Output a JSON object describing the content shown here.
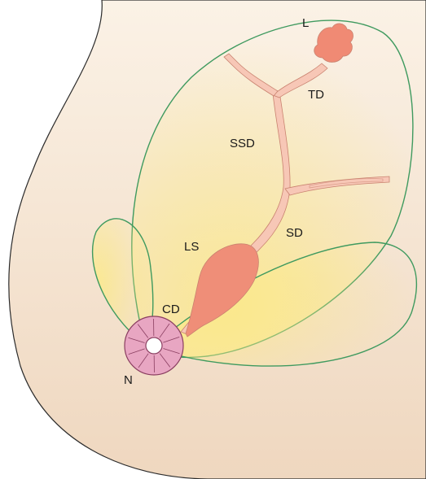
{
  "labels": {
    "lobule": "L",
    "terminal_duct": "TD",
    "subsegmental_duct": "SSD",
    "segmental_duct": "SD",
    "lactiferous_sinus": "LS",
    "collecting_duct": "CD",
    "nipple": "N"
  },
  "colors": {
    "background": "#ffffff",
    "breast_fill_top": "#fbf2e6",
    "breast_fill_bottom": "#efd7bf",
    "breast_outline": "#2b2b2b",
    "lobe_outline": "#3f9a5f",
    "lobe_fill_center": "#fbe98a",
    "duct_fill": "#f7c7b6",
    "duct_outline": "#c9826f",
    "sinus_fill": "#ef8e78",
    "lobule_fill": "#f08a74",
    "nipple_fill": "#e8a6c2",
    "nipple_outline": "#8a3e60"
  }
}
